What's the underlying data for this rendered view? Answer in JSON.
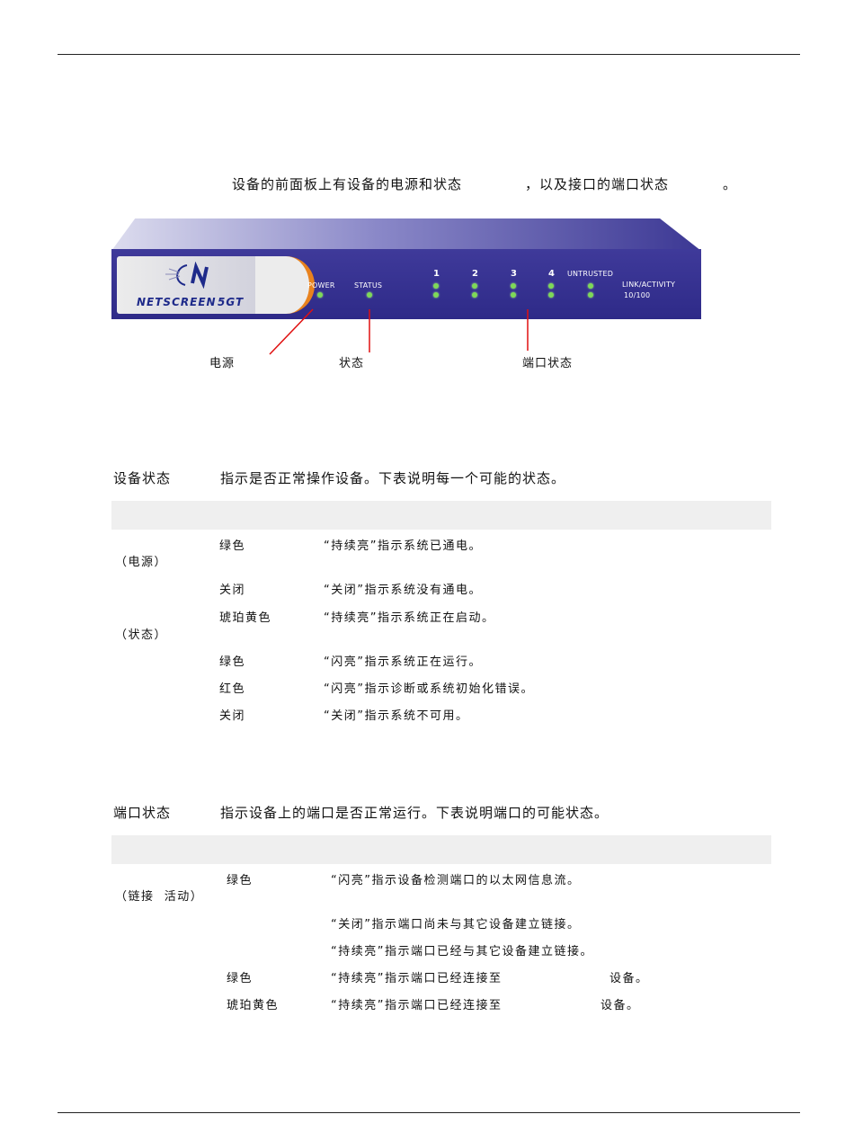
{
  "intro": {
    "text1": "设备的前面板上有设备的电源和状态",
    "text2": "，以及接口的端口状态",
    "text3": "。"
  },
  "device": {
    "brand": "NETSCREEN",
    "model": "5GT",
    "labels": {
      "power": "POWER",
      "status": "STATUS",
      "port1": "1",
      "port2": "2",
      "port3": "3",
      "port4": "4",
      "untrusted": "UNTRUSTED",
      "link": "LINK/ACTIVITY",
      "speed": "10/100"
    },
    "led_color": "#7ed957",
    "body_color": "#2e2a88",
    "accent_color": "#e8821e"
  },
  "callouts": {
    "power": "电源",
    "status": "状态",
    "port": "端口状态"
  },
  "device_status": {
    "heading_label": "设备状态",
    "heading_text": "指示是否正常操作设备。下表说明每一个可能的状态。",
    "rows": [
      {
        "group": "（电源）",
        "color": "绿色",
        "desc": "“持续亮”指示系统已通电。"
      },
      {
        "color": "关闭",
        "desc": "“关闭”指示系统没有通电。"
      },
      {
        "group": "（状态）",
        "color": "琥珀黄色",
        "desc": "“持续亮”指示系统正在启动。"
      },
      {
        "color": "绿色",
        "desc": "“闪亮”指示系统正在运行。"
      },
      {
        "color": "红色",
        "desc": "“闪亮”指示诊断或系统初始化错误。"
      },
      {
        "color": "关闭",
        "desc": "“关闭”指示系统不可用。"
      }
    ]
  },
  "port_status": {
    "heading_label": "端口状态",
    "heading_text": "指示设备上的端口是否正常运行。下表说明端口的可能状态。",
    "group": "（链接  活动）",
    "rows": [
      {
        "color": "绿色",
        "desc": "“闪亮”指示设备检测端口的以太网信息流。"
      },
      {
        "color": "",
        "desc": "“关闭”指示端口尚未与其它设备建立链接。"
      },
      {
        "color": "",
        "desc": "“持续亮”指示端口已经与其它设备建立链接。"
      },
      {
        "color": "绿色",
        "desc": "“持续亮”指示端口已经连接至",
        "suffix": "设备。"
      },
      {
        "color": "琥珀黄色",
        "desc": "“持续亮”指示端口已经连接至",
        "suffix": "设备。"
      }
    ]
  }
}
